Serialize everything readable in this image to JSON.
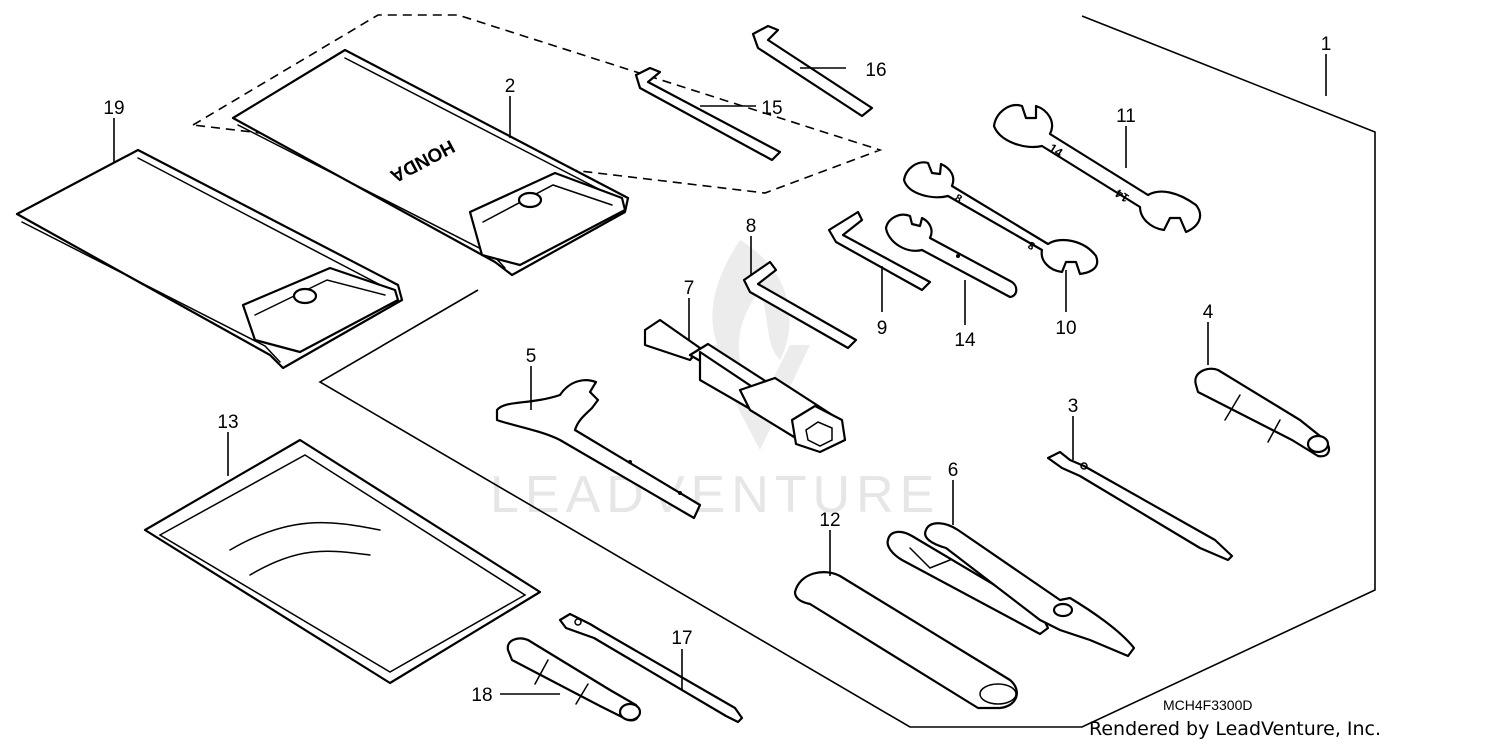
{
  "diagram": {
    "callouts": [
      "1",
      "2",
      "3",
      "4",
      "5",
      "6",
      "7",
      "8",
      "9",
      "10",
      "11",
      "12",
      "13",
      "14",
      "15",
      "16",
      "17",
      "18",
      "19"
    ],
    "wrench_markings": {
      "w11": "14",
      "w10": "8"
    },
    "bag_logo": "HONDA",
    "watermark": "LEADVENTURE",
    "diagram_code": "MCH4F3300D",
    "credit": "Rendered by LeadVenture, Inc."
  }
}
